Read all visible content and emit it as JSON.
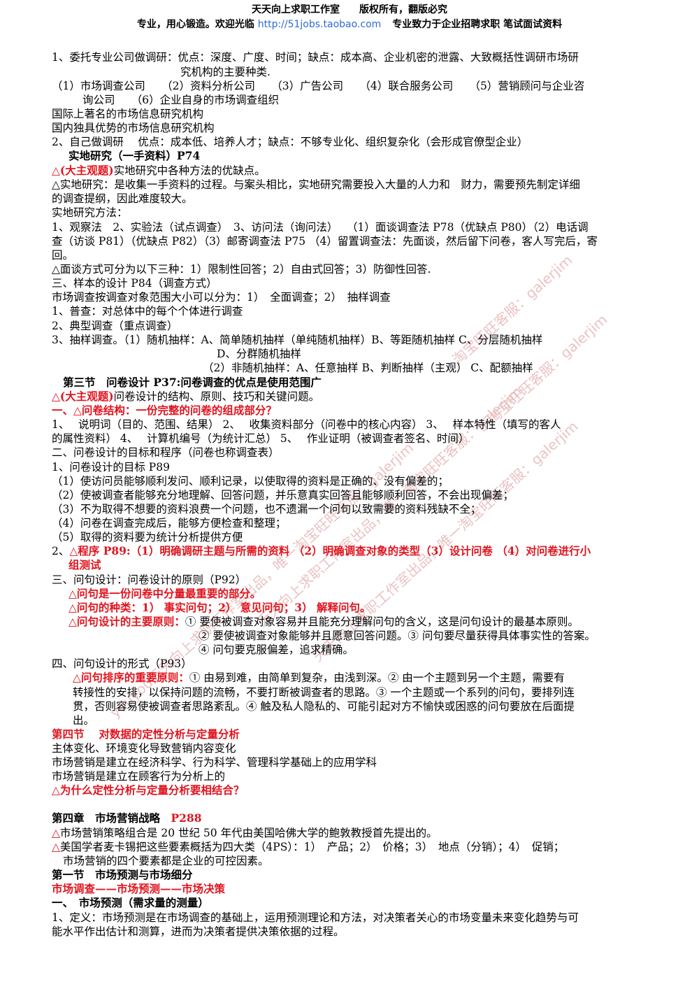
{
  "header": {
    "studio": "天天向上求职工作室",
    "copyright": "版权所有，翻版必究",
    "slogan": "专业，用心锻造。欢迎光临",
    "url": "http://51jobs.taobao.com",
    "specialty": "专业致力于企业招聘求职 笔试面试资料"
  },
  "watermarks": {
    "a": "淘宝旺旺客服：galerjim",
    "b": "天天向上求职工作室出品，唯一淘宝旺旺客服：galerjim",
    "c": "youyou天天向上求职工作室出品，唯一淘宝旺旺客服：galerjim"
  },
  "lines": [
    {
      "t": "1、委托专业公司做调研：优点：深度、广度、时间；缺点：成本高、企业机密的泄露、大致概括性调研市场研"
    },
    {
      "t": "究机构的主要种类."
    },
    {
      "t": "（1）市场调查公司　　（2）资料分析公司　　（3）广告公司　　（4）联合服务公司　　（5）营销顾问与企业咨"
    },
    {
      "t": "询公司　　（6）企业自身的市场调查组织"
    },
    {
      "t": "国际上著名的市场信息研究机构"
    },
    {
      "t": "国内独具优势的市场信息研究机构"
    },
    {
      "t": "2、自己做调研　 优点：成本低、培养人才；缺点：不够专业化、组织复杂化（会形成官僚型企业）"
    },
    {
      "t": "实地研究（一手资料）P74"
    },
    {
      "r": "△(大主观题)",
      "t": "实地研究中各种方法的优缺点。"
    },
    {
      "t": "△实地研究：是收集一手资料的过程。与案头相比，实地研究需要投入大量的人力和　财力，需要预先制定详细"
    },
    {
      "t": "的调查提纲，因此难度较大。"
    },
    {
      "t": "实地研究方法："
    },
    {
      "t": "1、观察法　2、实验法（试点调查）　3、访问法（询问法）　 （1）面谈调查法 P78（优缺点 P80）（2）电话调"
    },
    {
      "t": "查（访谈 P81）（优缺点 P82）（3）邮寄调查法 P75 （4）留置调查法：先面谈，然后留下问卷，客人写完后，寄"
    },
    {
      "t": "回。"
    },
    {
      "t": "△面谈方式可分为以下三种：1）限制性回答；2）自由式回答；3）防御性回答."
    },
    {
      "t": "三、样本的设计 P84（调查方式）"
    },
    {
      "t": "市场调查按调查对象范围大小可以分为：1）　全面调查；2）　抽样调查"
    },
    {
      "t": "1、普查：对总体中的每个个体进行调查"
    },
    {
      "t": "2、典型调查（重点调查）"
    },
    {
      "t": "3、抽样调查。（1）随机抽样：A、简单随机抽样（单纯随机抽样）B、等距随机抽样 C、分层随机抽样"
    },
    {
      "t": "D、分群随机抽样"
    },
    {
      "t": "（2）非随机抽样：A、任意抽样 B、判断抽样（主观） C、配额抽样"
    },
    {
      "t": "第三节　问卷设计 P37:问卷调查的优点是使用范围广"
    },
    {
      "r": "△(大主观题)",
      "t": "问卷设计的结构、原则、技巧和关键问题。"
    },
    {
      "r": "一、△问卷结构：一份完整的问卷的组成部分？"
    },
    {
      "t": "1、　 说明词（目的、范围、结果） 2、　 收集资料部分（问卷中的核心内容） 3、　 样本特性（填写的客人"
    },
    {
      "t": "的属性资料） 4、　 计算机编号（为统计汇总） 5、　 作业证明（被调查者签名、时间）"
    },
    {
      "t": "二、问卷设计的目标和程序（问卷也称调查表）"
    },
    {
      "t": "1、问卷设计的目标 P89"
    },
    {
      "t": "（1）使访问员能够顺利发问、顺利记录，以使取得的资料是正确的、没有偏差的；"
    },
    {
      "t": "（2）使被调查者能够充分地理解、回答问题，并乐意真实回答且能够顺利回答，不会出现偏差；"
    },
    {
      "t": "（3）不为取得不想要的资料浪费一个问题，也不遗漏一个问句以致需要的资料残缺不全；"
    },
    {
      "t": "（4）问卷在调查完成后，能够方便检查和整理；"
    },
    {
      "t": "（5）取得的资料要为统计分析提供方便"
    },
    {
      "t": "2、",
      "r": "△程序 P89:（1）明确调研主题与所需的资料 （2）明确调查对象的类型（3）设计问卷 （4）对问卷进行小"
    },
    {
      "r": "组测试"
    },
    {
      "t": "三、问句设计：问卷设计的原则（P92）"
    },
    {
      "r": "△问句是一份问卷中分量最重要的部分。"
    },
    {
      "r": "△问句的种类：1） 事实问句；2） 意见问句；3） 解释问句。"
    },
    {
      "r": "△问句设计的主要原则：",
      "t": "① 要使被调查对象容易并且能充分理解问句的含义，这是问句设计的最基本原则。"
    },
    {
      "t": "② 要使被调查对象能够并且愿意回答问题。③ 问句要尽量获得具体事实性的答案。"
    },
    {
      "t": "④ 问句要克服偏差，追求精确。"
    },
    {
      "t": "四、问句设计的形式（P93）"
    },
    {
      "r": "△问句排序的重要原则：",
      "t": "① 由易到难，由简单到复杂，由浅到深。② 由一个主题到另一个主题，需要有"
    },
    {
      "t": "转接性的安排，以保持问题的流畅，不要打断被调查者的思路。③ 一个主题或一个系列的问句，要排列连"
    },
    {
      "t": "贯，否则容易使被调查者思路紊乱。④ 触及私人隐私的、可能引起对方不愉快或困惑的问句要放在后面提"
    },
    {
      "t": "出。"
    },
    {
      "r": "第四节　 对数据的定性分析与定量分析"
    },
    {
      "t": "主体变化、环境变化导致营销内容变化"
    },
    {
      "t": "市场营销是建立在经济科学、行为科学、管理科学基础上的应用学科"
    },
    {
      "t": "市场营销是建立在顾客行为分析上的"
    },
    {
      "r": "△为什么定性分析与定量分析要相结合？"
    },
    {
      "t": "第四章　市场营销战略　",
      "r": "P288"
    },
    {
      "t": "市场营销策略组合是 20 世纪 50 年代由美国哈佛大学的鲍敦教授首先提出的。",
      "r": "△"
    },
    {
      "t": "美国学者麦卡锡把这些要素概括为四大类（4PS）：1）　产品；2）　价格；3）　地点（分销）；4）　促销；",
      "r": "△"
    },
    {
      "t": "市场营销的四个要素都是企业的可控因素。"
    },
    {
      "t": "第一节　市场预测与市场细分"
    },
    {
      "r": "市场调查——市场预测——市场决策"
    },
    {
      "t": "一、　市场预测（需求量的测量）"
    },
    {
      "t": "1、定义：市场预测是在市场调查的基础上，运用预测理论和方法，对决策者关心的市场变量未来变化趋势与可"
    },
    {
      "t": "能水平作出估计和测算，进而为决策者提供决策依据的过程。"
    }
  ]
}
